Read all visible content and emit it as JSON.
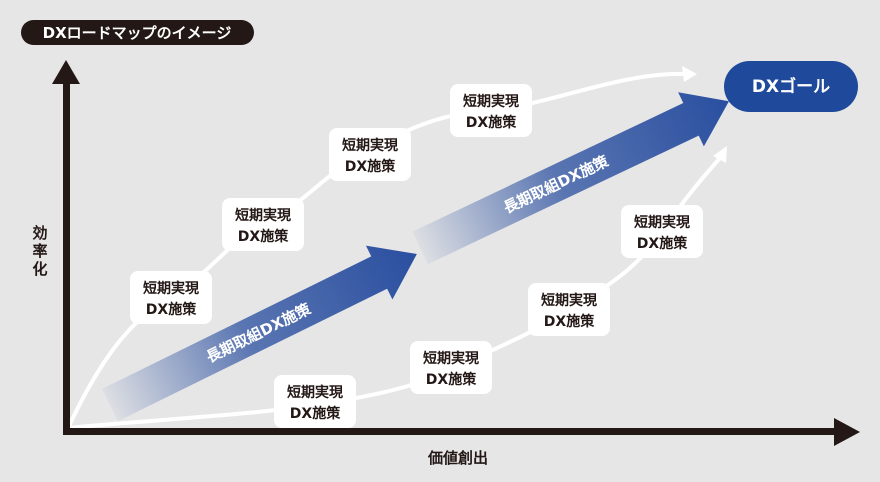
{
  "title": "DXロードマップのイメージ",
  "y_axis_label": [
    "効",
    "率",
    "化"
  ],
  "x_axis_label": "価値創出",
  "goal": "DXゴール",
  "long_term_label": "長期取組DX施策",
  "short_term": {
    "line1": "短期実現",
    "line2": "DX施策"
  },
  "colors": {
    "goal": "#1f4a9b",
    "arrow": "#2a4fa0",
    "axis": "#231815",
    "background": "#e6e6e6"
  }
}
